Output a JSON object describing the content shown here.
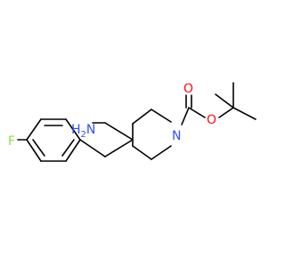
{
  "molecule": {
    "atoms": {
      "amine": "H2N",
      "amine_prefix": "H",
      "amine_sub": "2",
      "amine_suffix": "N",
      "fluorine": "F",
      "carbonyl_oxygen": "O",
      "ester_oxygen": "O",
      "ring_nitrogen": "N"
    },
    "colors": {
      "nitrogen": "#3050F8",
      "oxygen": "#FF0D0D",
      "fluorine": "#90E050",
      "bond": "#000000"
    }
  }
}
